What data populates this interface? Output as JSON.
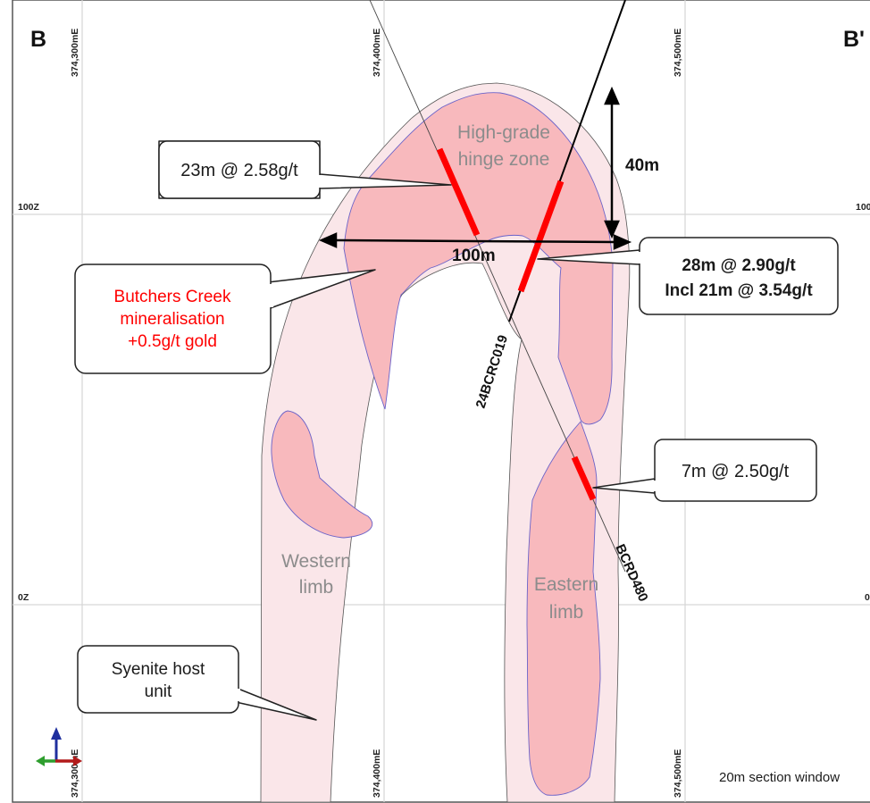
{
  "section": {
    "start_label": "B",
    "end_label": "B'",
    "window_label": "20m section window"
  },
  "grid": {
    "eastings": [
      "374,300mE",
      "374,400mE",
      "374,500mE"
    ],
    "elevations": [
      "100Z",
      "0Z"
    ]
  },
  "units": {
    "hinge": [
      "High-grade",
      "hinge zone"
    ],
    "western_limb": [
      "Western",
      "limb"
    ],
    "eastern_limb": [
      "Eastern",
      "limb"
    ]
  },
  "dimensions": {
    "vertical": "40m",
    "horizontal": "100m"
  },
  "drillholes": {
    "hole_a": "24BCRC019",
    "hole_b": "BCRD480"
  },
  "callouts": {
    "intercept_west": "23m @ 2.58g/t",
    "intercept_main_1": "28m @ 2.90g/t",
    "intercept_main_2": "Incl 21m @ 3.54g/t",
    "intercept_east": "7m @ 2.50g/t",
    "mineralisation": [
      "Butchers Creek",
      "mineralisation",
      "+0.5g/t gold"
    ],
    "host": [
      "Syenite host",
      "unit"
    ]
  },
  "colors": {
    "grid": "#d4d4d4",
    "host_fill": "#fae6e9",
    "ore_fill": "#f8b9bd",
    "intercept": "#ff0000",
    "mineralisation_text": "#ff0000",
    "unit_label": "#8c8c8c",
    "axis_up": "#1f2f9e",
    "axis_east": "#b21a1a",
    "axis_west": "#2e9e2e"
  }
}
